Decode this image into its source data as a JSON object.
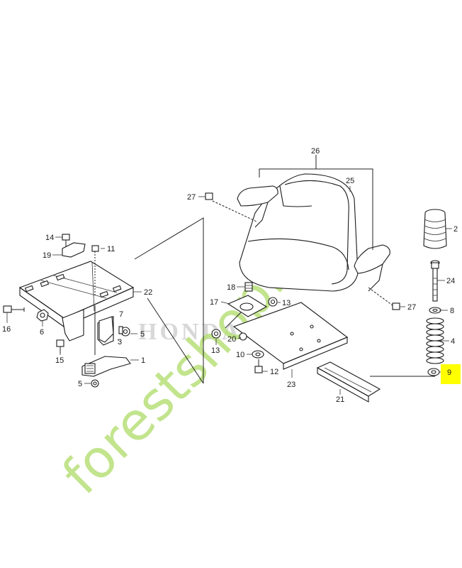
{
  "diagram": {
    "brand_watermark": "HONDA",
    "site_watermark": "forestshop.com",
    "highlight_color": "#ffff00",
    "watermark_colors": {
      "green": "#b8e07a",
      "orange": "#f5a04a",
      "gray": "#c9bfb2"
    },
    "callouts": {
      "c1": "1",
      "c2": "2",
      "c3": "3",
      "c4": "4",
      "c5a": "5",
      "c5b": "5",
      "c6": "6",
      "c7": "7",
      "c8": "8",
      "c9": "9",
      "c10": "10",
      "c11": "11",
      "c12": "12",
      "c13a": "13",
      "c13b": "13",
      "c14": "14",
      "c15": "15",
      "c16": "16",
      "c17": "17",
      "c18": "18",
      "c19": "19",
      "c20": "20",
      "c21": "21",
      "c22": "22",
      "c23": "23",
      "c24": "24",
      "c25": "25",
      "c26": "26",
      "c27a": "27",
      "c27b": "27"
    },
    "highlighted_part": "9"
  }
}
